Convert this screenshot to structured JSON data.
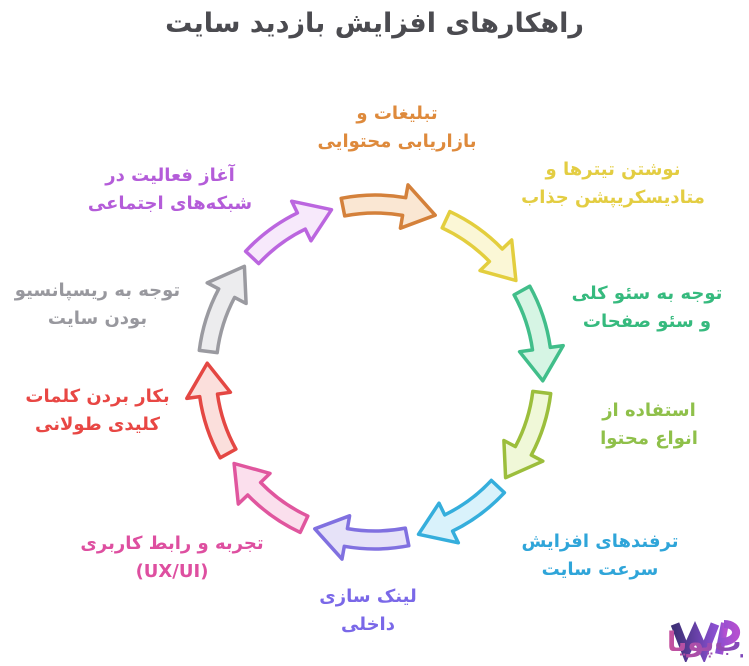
{
  "title": "راهکارهای افزایش بازدید سایت",
  "colors": {
    "title": "#4b4b50",
    "background": "#ffffff"
  },
  "cycle": {
    "items": [
      {
        "id": "content-marketing",
        "label": "تبلیغات و\nبازاریابی محتوایی",
        "color": "#de8a3c",
        "arrow_fill": "#fae7d3",
        "arrow_stroke": "#d4813b"
      },
      {
        "id": "titles-meta",
        "label": "نوشتن تیترها و\nمتادیسکریپشن جذاب",
        "color": "#e3cd42",
        "arrow_fill": "#fbf7d6",
        "arrow_stroke": "#e3ce3e"
      },
      {
        "id": "seo",
        "label": "توجه به سئو کلی\nو سئو صفحات",
        "color": "#36ba7e",
        "arrow_fill": "#d6f5e4",
        "arrow_stroke": "#41be8a"
      },
      {
        "id": "content-types",
        "label": "استفاده از\nانواع محتوا",
        "color": "#8fc04a",
        "arrow_fill": "#f0f8d8",
        "arrow_stroke": "#9cbe3c"
      },
      {
        "id": "site-speed",
        "label": "ترفندهای افزایش\nسرعت سایت",
        "color": "#2fa5d9",
        "arrow_fill": "#d9f2fb",
        "arrow_stroke": "#35aedc"
      },
      {
        "id": "internal-linking",
        "label": "لینک سازی\nداخلی",
        "color": "#7a68e8",
        "arrow_fill": "#e6e2f8",
        "arrow_stroke": "#8070e0"
      },
      {
        "id": "ux-ui",
        "label": "تجربه و رابط کاربری\n(UX/UI)",
        "color": "#de4fa0",
        "arrow_fill": "#fbdfed",
        "arrow_stroke": "#e0569e"
      },
      {
        "id": "long-tail-keywords",
        "label": "بکار بردن کلمات\nکلیدی طولانی",
        "color": "#e84744",
        "arrow_fill": "#fbdfdc",
        "arrow_stroke": "#e44743"
      },
      {
        "id": "responsive",
        "label": "توجه به ریسپانسیو\nبودن سایت",
        "color": "#98989e",
        "arrow_fill": "#ececee",
        "arrow_stroke": "#9a9aa0"
      },
      {
        "id": "social-media",
        "label": "آغاز فعالیت در\nشبکه‌های اجتماعی",
        "color": "#b45cd9",
        "arrow_fill": "#f7e9fb",
        "arrow_stroke": "#bb66df"
      }
    ]
  },
  "logo": {
    "text": "وب‌پویا",
    "mark": "WP",
    "mark_gradient": [
      "#3f3078",
      "#8a4fd0",
      "#b44fd0"
    ],
    "text_gradient": [
      "#c6529e",
      "#6f46c0"
    ]
  }
}
